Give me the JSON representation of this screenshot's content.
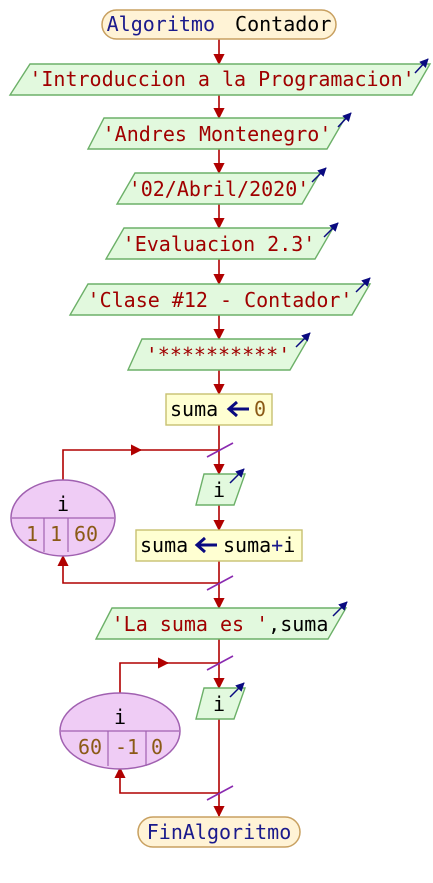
{
  "diagram": {
    "start": {
      "keyword": "Algoritmo",
      "name": "Contador"
    },
    "outputs": [
      {
        "text": "'Introduccion a la Programacion'"
      },
      {
        "text": "'Andres Montenegro'"
      },
      {
        "text": "'02/Abril/2020'"
      },
      {
        "text": "'Evaluacion 2.3'"
      },
      {
        "text": "'Clase #12 - Contador'"
      },
      {
        "text": "'**********'"
      }
    ],
    "assign1": {
      "var": "suma",
      "value": "0"
    },
    "loop1": {
      "var": "i",
      "from": "1",
      "step": "1",
      "to": "60",
      "read_var": "i",
      "assign": {
        "var": "suma",
        "expr_var": "suma",
        "expr_op": "+",
        "expr_term": "i"
      }
    },
    "output_final": {
      "str": "'La suma es '",
      "sep": ",",
      "var": "suma"
    },
    "loop2": {
      "var": "i",
      "from": "60",
      "step": "-1",
      "to": "0",
      "read_var": "i"
    },
    "end": {
      "keyword": "FinAlgoritmo"
    },
    "colors": {
      "flow": "#b00000",
      "terminal_fill": "#fff3d6",
      "terminal_stroke": "#c8a060",
      "io_fill": "#e2f9de",
      "io_stroke": "#6cb068",
      "assign_fill": "#ffffd2",
      "assign_stroke": "#c8c070",
      "loop_fill": "#efccf5",
      "loop_stroke": "#a060b0",
      "slash": "#8a2ab0",
      "io_arrow": "#0a0a80",
      "string": "#a00000",
      "keyword": "#1a1a8c",
      "number": "#8b5a16"
    }
  }
}
